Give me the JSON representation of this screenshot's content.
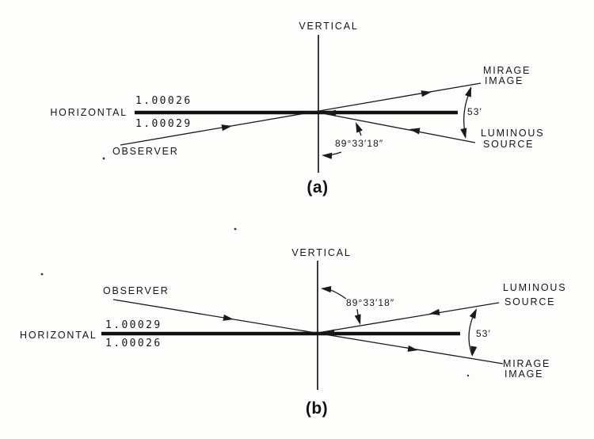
{
  "figure": {
    "background": "#fdfdfc",
    "ink": "#1a1a1a",
    "panel_a": {
      "caption": "(a)",
      "vertical_label": "VERTICAL",
      "horizontal_label": "HORIZONTAL",
      "index_above_horizon": "1.00026",
      "index_below_horizon": "1.00029",
      "observer_label": "OBSERVER",
      "mirage_image_label": [
        "MIRAGE",
        "IMAGE"
      ],
      "luminous_source_label": [
        "LUMINOUS",
        "SOURCE"
      ],
      "angle_from_vertical": "89°33′18″",
      "angular_separation": "53′"
    },
    "panel_b": {
      "caption": "(b)",
      "vertical_label": "VERTICAL",
      "horizontal_label": "HORIZONTAL",
      "index_above_horizon": "1.00029",
      "index_below_horizon": "1.00026",
      "observer_label": "OBSERVER",
      "mirage_image_label": [
        "MIRAGE",
        "IMAGE"
      ],
      "luminous_source_label": [
        "LUMINOUS",
        "SOURCE"
      ],
      "angle_from_vertical": "89°33′18″",
      "angular_separation": "53′"
    }
  }
}
